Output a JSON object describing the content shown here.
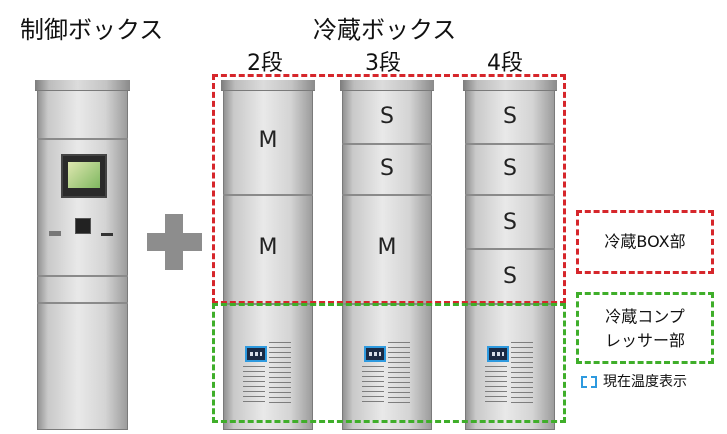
{
  "titles": {
    "control_box": "制御ボックス",
    "refrigerated_box": "冷蔵ボックス"
  },
  "units": [
    {
      "tier_label": "2段",
      "doors": [
        "M",
        "M"
      ]
    },
    {
      "tier_label": "3段",
      "doors": [
        "S",
        "S",
        "M"
      ]
    },
    {
      "tier_label": "4段",
      "doors": [
        "S",
        "S",
        "S",
        "S"
      ]
    }
  ],
  "legend": {
    "box_section": "冷蔵BOX部",
    "compressor_line1": "冷蔵コンプ",
    "compressor_line2": "レッサー部",
    "temp_display": "現在温度表示"
  },
  "colors": {
    "box_section_border": "#d6262b",
    "compressor_border": "#3fae2a",
    "temp_display_border": "#2e9adf",
    "plus": "#8d8d8d"
  },
  "icons": [
    "plus-icon",
    "temperature-display-icon"
  ]
}
